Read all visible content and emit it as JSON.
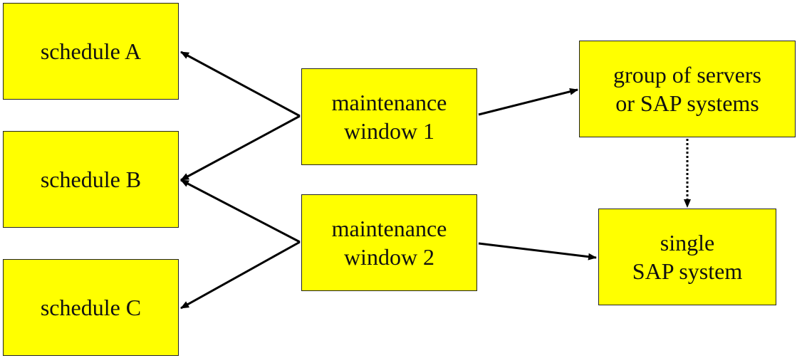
{
  "nodes": {
    "schedule_a": {
      "label": "schedule A"
    },
    "schedule_b": {
      "label": "schedule B"
    },
    "schedule_c": {
      "label": "schedule C"
    },
    "maintenance_window_1": {
      "line1": "maintenance",
      "line2": "window 1"
    },
    "maintenance_window_2": {
      "line1": "maintenance",
      "line2": "window 2"
    },
    "group_of_servers": {
      "line1": "group of servers",
      "line2": "or SAP systems"
    },
    "single_sap_system": {
      "line1": "single",
      "line2": "SAP system"
    }
  },
  "edges": [
    {
      "from": "maintenance_window_1",
      "to": "schedule_a",
      "style": "solid"
    },
    {
      "from": "maintenance_window_1",
      "to": "schedule_b",
      "style": "solid"
    },
    {
      "from": "maintenance_window_2",
      "to": "schedule_b",
      "style": "solid"
    },
    {
      "from": "maintenance_window_2",
      "to": "schedule_c",
      "style": "solid"
    },
    {
      "from": "maintenance_window_1",
      "to": "group_of_servers",
      "style": "solid"
    },
    {
      "from": "maintenance_window_2",
      "to": "single_sap_system",
      "style": "solid"
    },
    {
      "from": "group_of_servers",
      "to": "single_sap_system",
      "style": "dotted"
    }
  ],
  "colors": {
    "node_fill": "#ffff00",
    "node_border": "#222222",
    "arrow": "#000000"
  }
}
